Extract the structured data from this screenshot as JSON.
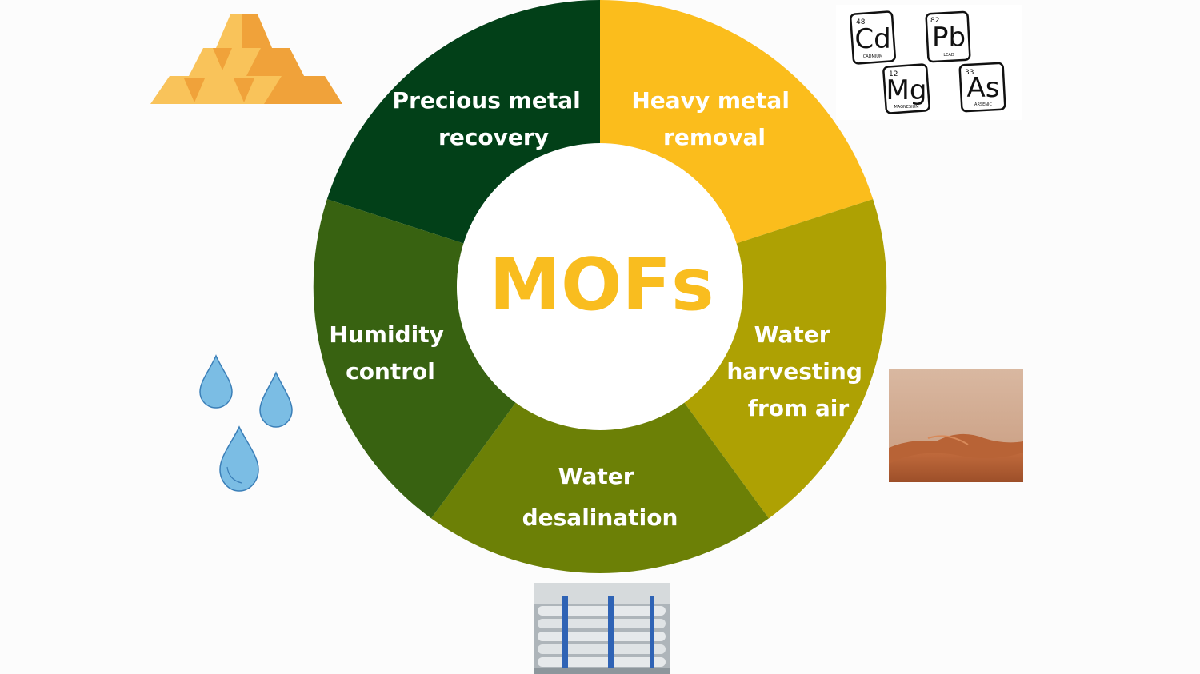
{
  "center": {
    "label": "MOFs",
    "color": "#f9bd1f"
  },
  "segments": [
    {
      "id": "precious",
      "lines": [
        "Precious metal",
        "recovery"
      ],
      "color": "#024018"
    },
    {
      "id": "heavy",
      "lines": [
        "Heavy metal",
        "removal"
      ],
      "color": "#fbbd1c"
    },
    {
      "id": "water-air",
      "lines": [
        "Water",
        "harvesting",
        "from air"
      ],
      "color": "#aea103"
    },
    {
      "id": "desal",
      "lines": [
        "Water",
        "desalination"
      ],
      "color": "#6c8006"
    },
    {
      "id": "humidity",
      "lines": [
        "Humidity",
        "control"
      ],
      "color": "#386211"
    }
  ],
  "elements": [
    {
      "symbol": "Cd",
      "number": "48",
      "name": "CADMIUM"
    },
    {
      "symbol": "Pb",
      "number": "82",
      "name": "LEAD"
    },
    {
      "symbol": "Mg",
      "number": "12",
      "name": "MAGNESIUM"
    },
    {
      "symbol": "As",
      "number": "33",
      "name": "ARSENIC"
    }
  ],
  "icons": {
    "gold": "gold-bars-icon",
    "periodic": "periodic-elements-icon",
    "drops": "water-drops-icon",
    "desert": "desert-photo",
    "plant": "desalination-plant-photo"
  }
}
